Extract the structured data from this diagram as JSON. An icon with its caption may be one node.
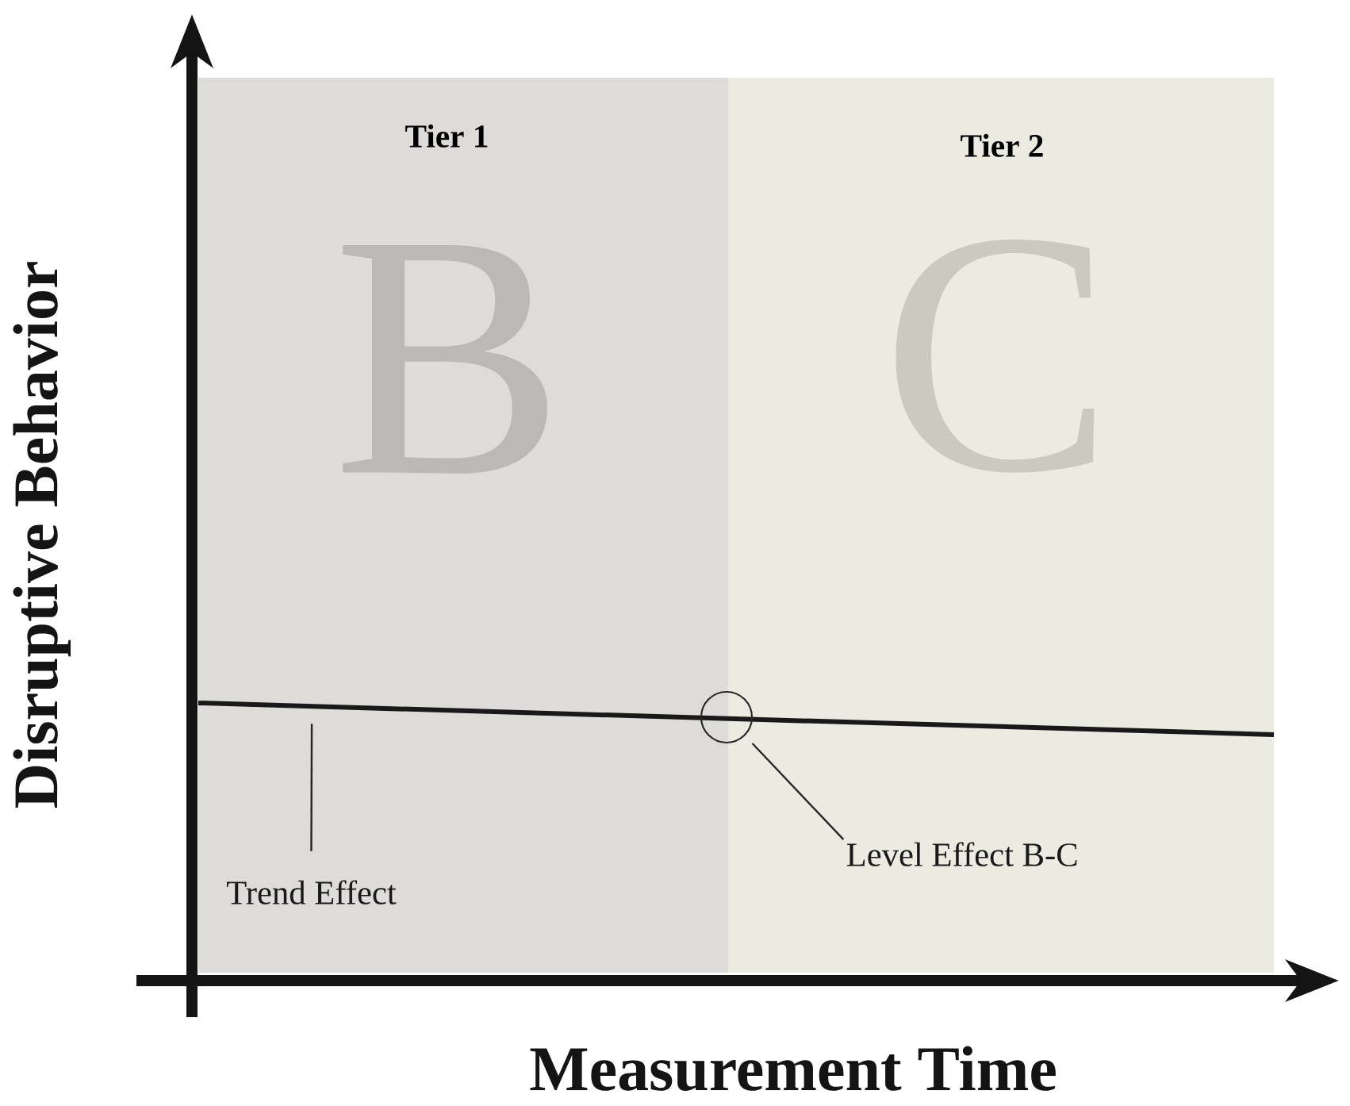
{
  "diagram": {
    "nodes": [
      {
        "text": [
          "Tier 1",
          "B"
        ]
      },
      {
        "text": [
          "Tier 2",
          "C"
        ]
      },
      {
        "text": [],
        "shape": "line"
      },
      {
        "text": [],
        "shape": "circle"
      },
      {
        "text": [
          "Level Effect B-C"
        ],
        "in": 1
      },
      {
        "text": [
          "Trend Effect"
        ],
        "in": 0
      }
    ],
    "edges": [
      {
        "from": 4,
        "to": 3,
        "arrow": "none"
      },
      {
        "from": 5,
        "to": 2,
        "arrow": "none"
      }
    ],
    "labels": [
      "Disruptive Behavior",
      "Measurement Time"
    ]
  }
}
